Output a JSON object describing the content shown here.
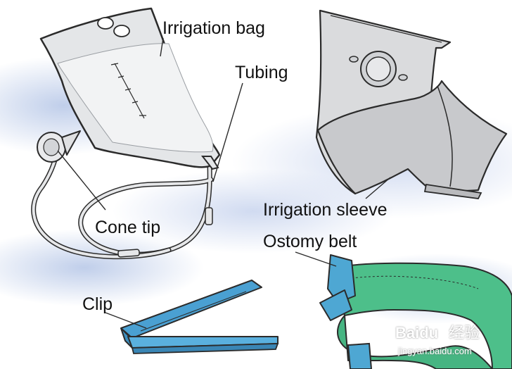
{
  "labels": {
    "irrigation_bag": "Irrigation bag",
    "tubing": "Tubing",
    "cone_tip": "Cone tip",
    "irrigation_sleeve": "Irrigation sleeve",
    "ostomy_belt": "Ostomy belt",
    "clip": "Clip"
  },
  "watermark": {
    "brand": "Baidu",
    "cn": "经验",
    "url": "jingyan.baidu.com"
  },
  "colors": {
    "background_tint": "#c9d6ec",
    "bag_fill": "#e4e6e8",
    "sleeve_fill": "#d9dadc",
    "clip_blue": "#56a9d8",
    "belt_green": "#4dbf8a",
    "belt_buckle_blue": "#4ea7d3",
    "outline": "#2b2b2b"
  }
}
